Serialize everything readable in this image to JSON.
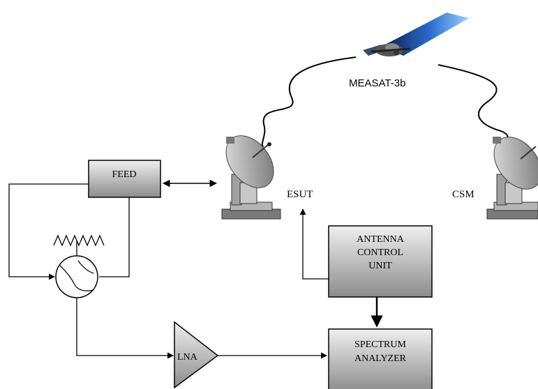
{
  "satellite": {
    "label": "MEASAT-3b",
    "icon": "satellite-icon"
  },
  "stations": {
    "esut": {
      "label": "ESUT",
      "icon": "satellite-dish-icon"
    },
    "csm": {
      "label": "CSM",
      "icon": "satellite-dish-icon"
    }
  },
  "blocks": {
    "feed": {
      "label": "FEED"
    },
    "acu": {
      "line1": "ANTENNA",
      "line2": "CONTROL",
      "line3": "UNIT"
    },
    "analyzer": {
      "line1": "SPECTRUM",
      "line2": "ANALYZER"
    },
    "lna": {
      "label": "LNA"
    }
  },
  "colors": {
    "line": "#000000",
    "box_top": "#ededed",
    "box_bottom": "#8e8e8e",
    "panel": "#2a6bd0"
  }
}
